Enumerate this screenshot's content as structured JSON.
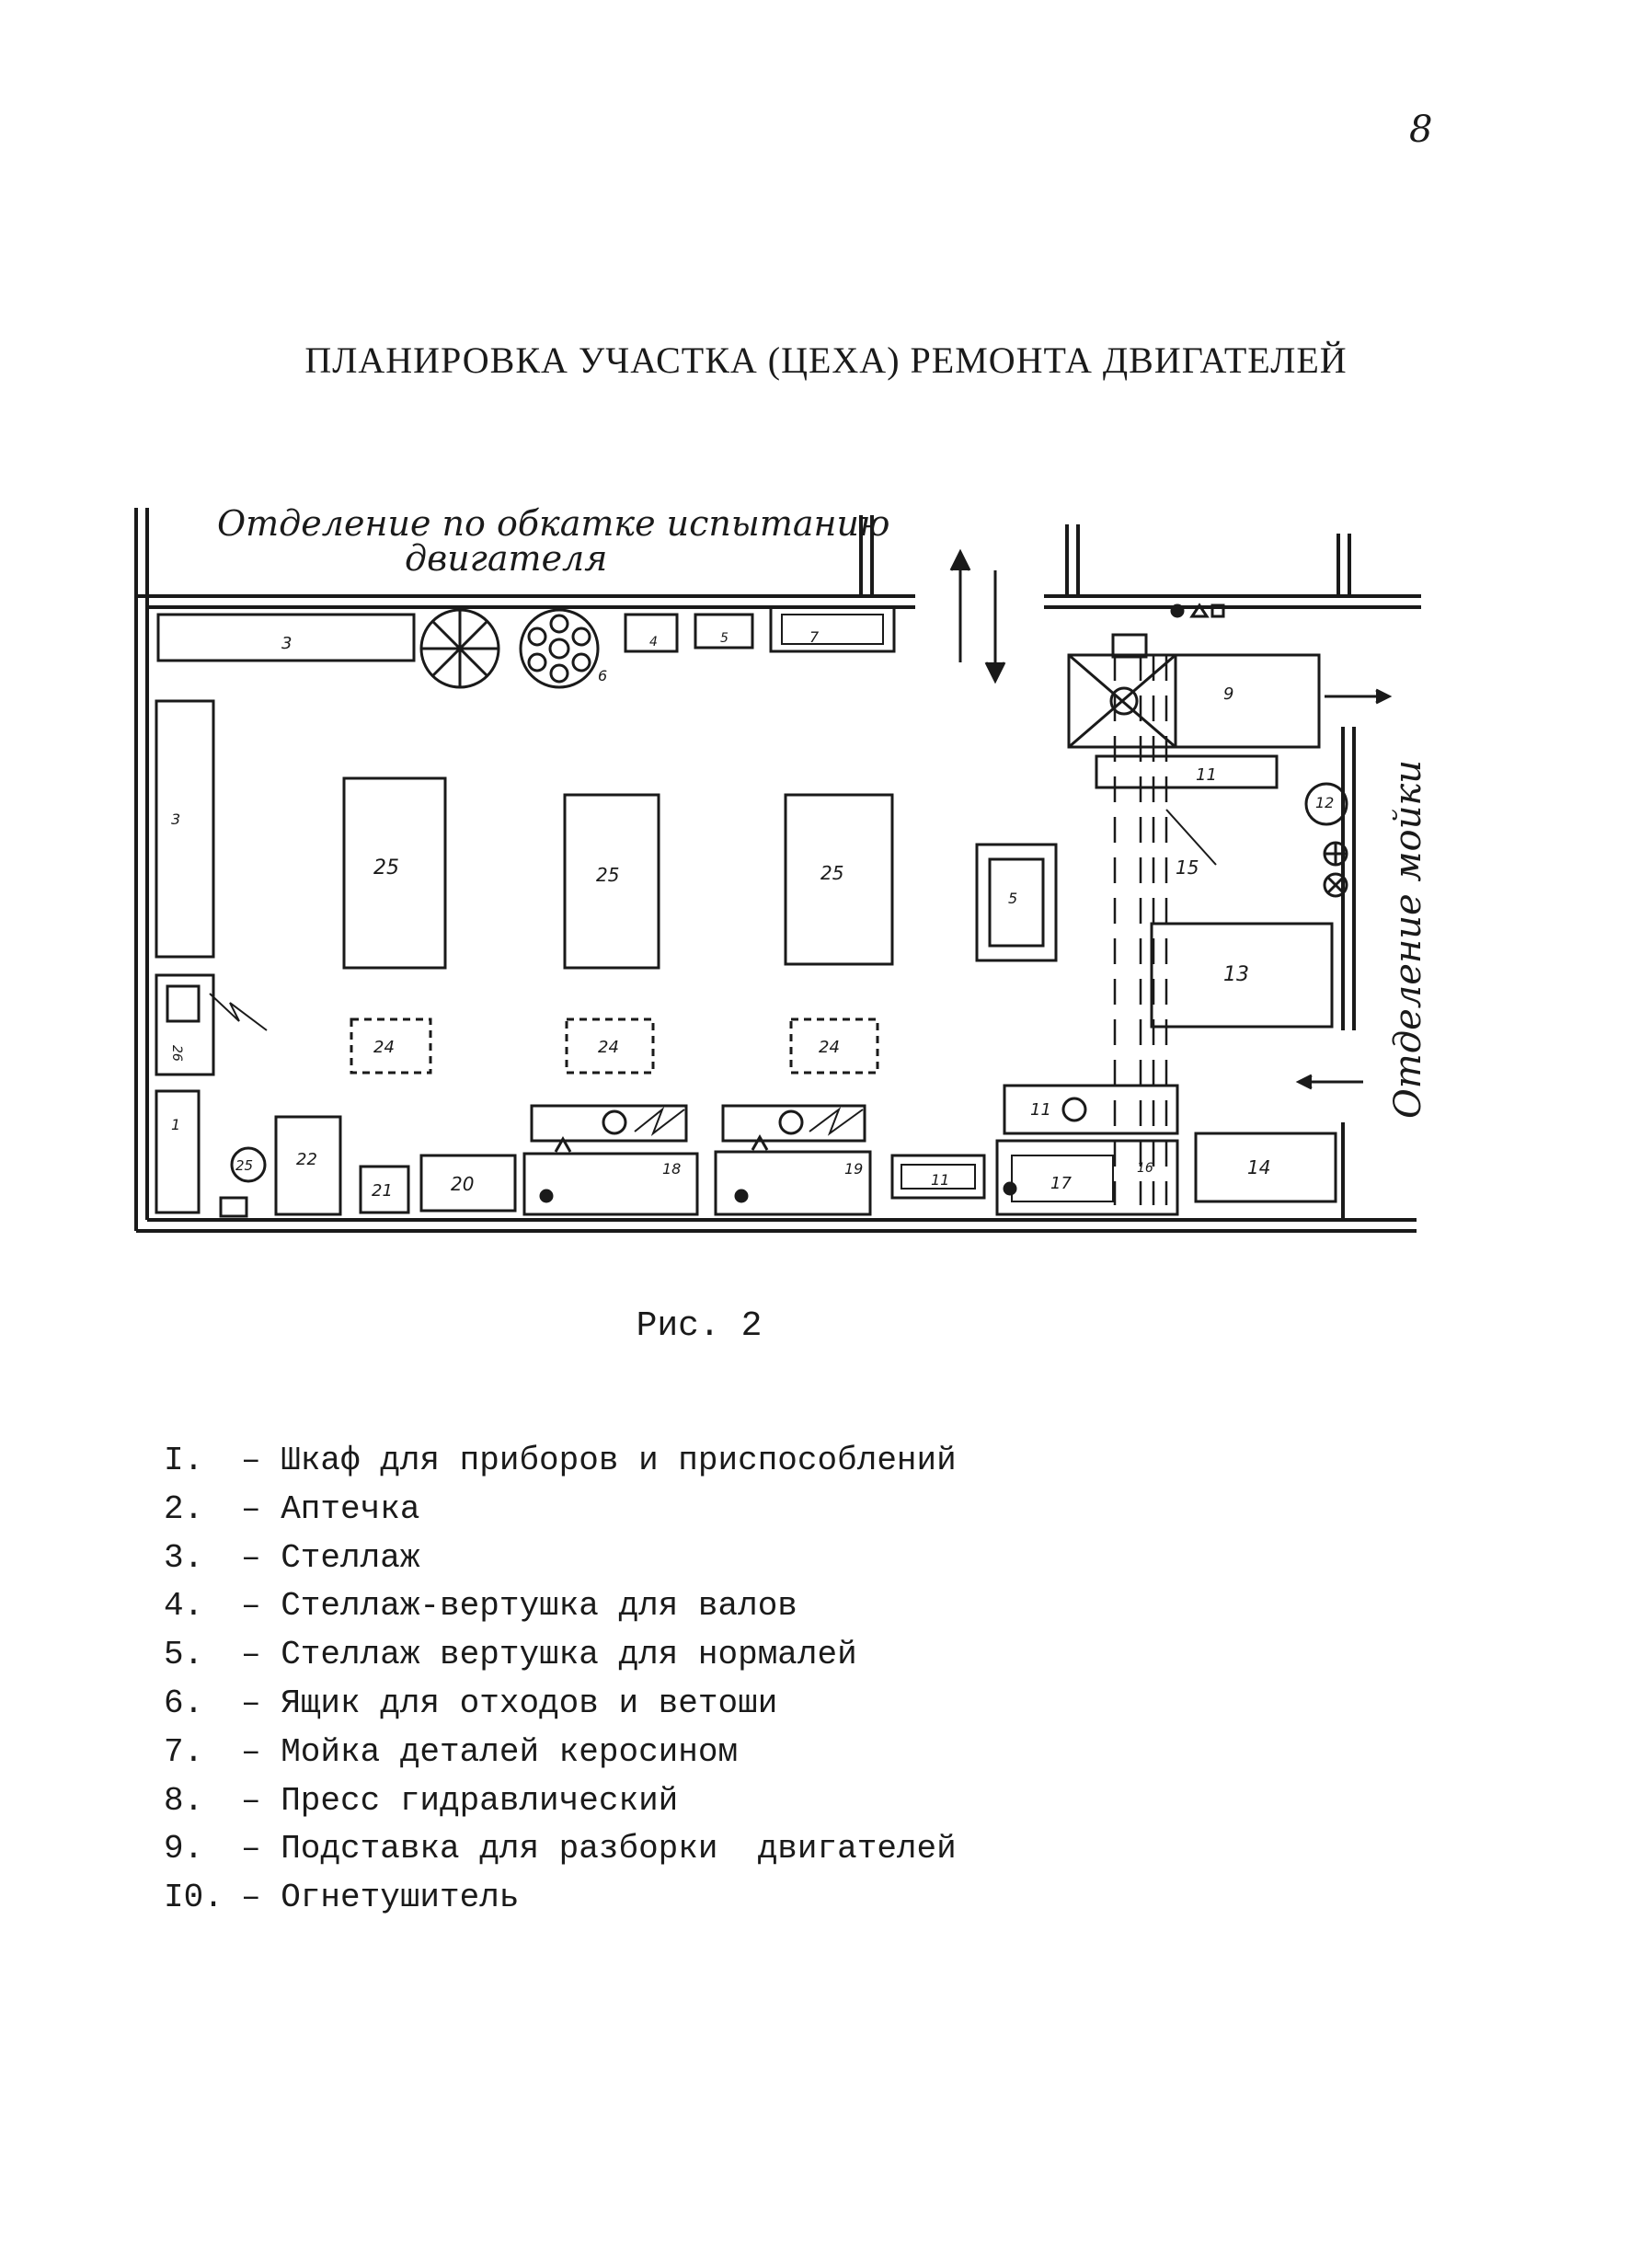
{
  "page_number": "8",
  "title": "ПЛАНИРОВКА УЧАСТКА (ЦЕХА) РЕМОНТА ДВИГАТЕЛЕЙ",
  "plan": {
    "top_room_label_line1": "Отделение по обкатке испытанию",
    "top_room_label_line2": "двигателя",
    "right_room_label": "Отделение мойки",
    "item_labels": {
      "shelf_top": "3",
      "shelf_left": "3",
      "rack_box_6": "6",
      "box_4": "4",
      "box_5": "5",
      "box_7": "7",
      "stand_9": "9",
      "bench_11_top": "11",
      "item_12": "12",
      "label_15": "15",
      "table_25_a": "25",
      "table_25_b": "25",
      "table_25_c": "25",
      "item_5_center": "5",
      "item_13": "13",
      "item_26": "26",
      "cart_24_a": "24",
      "cart_24_b": "24",
      "cart_24_c": "24",
      "cabinet_1": "1",
      "circle_25": "25",
      "item_22": "22",
      "item_21": "21",
      "item_20": "20",
      "bench_18": "18",
      "bench_19": "19",
      "item_11_bottom": "11",
      "item_11_right": "11",
      "item_17": "17",
      "item_16": "16",
      "item_14": "14"
    }
  },
  "figure_caption": "Рис. 2",
  "legend": [
    {
      "num": "I.",
      "text": "– Шкаф для приборов и приспособлений"
    },
    {
      "num": "2.",
      "text": "– Аптечка"
    },
    {
      "num": "3.",
      "text": "– Стеллаж"
    },
    {
      "num": "4.",
      "text": "– Стеллаж-вертушка для валов"
    },
    {
      "num": "5.",
      "text": "– Стеллаж вертушка для нормалей"
    },
    {
      "num": "6.",
      "text": "– Ящик для отходов и ветоши"
    },
    {
      "num": "7.",
      "text": "– Мойка деталей керосином"
    },
    {
      "num": "8.",
      "text": "– Пресс гидравлический"
    },
    {
      "num": "9.",
      "text": "– Подставка для разборки  двигателей"
    },
    {
      "num": "I0.",
      "text": "– Огнетушитель"
    }
  ]
}
